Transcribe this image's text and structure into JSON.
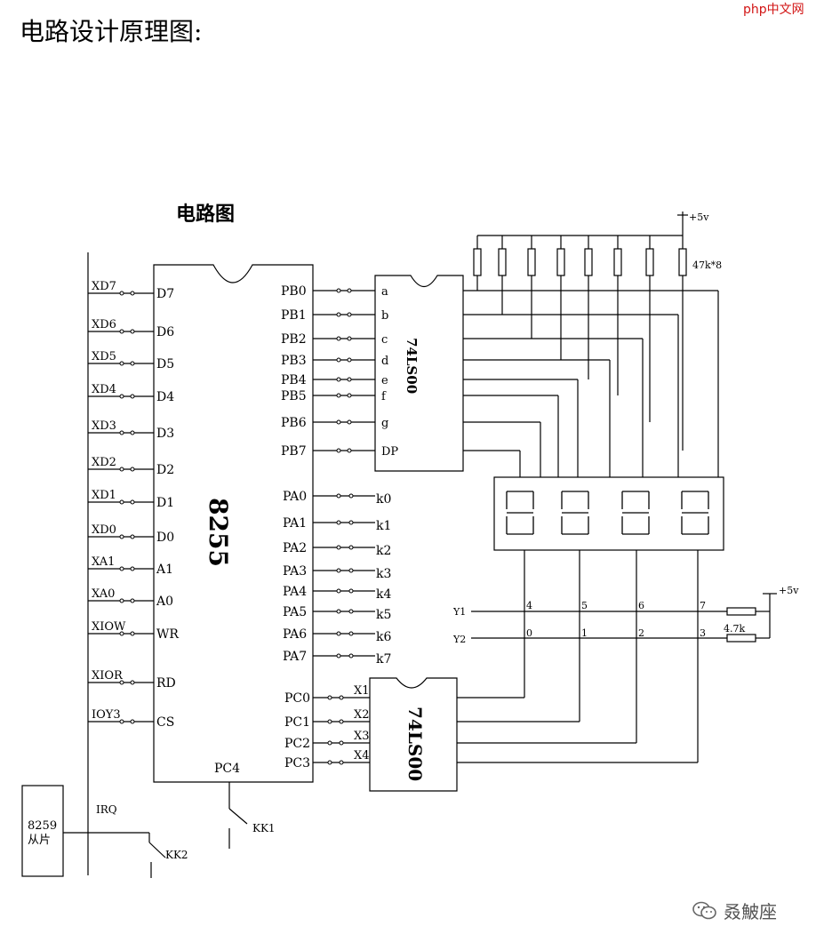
{
  "page": {
    "title": "电路设计原理图:",
    "logo": "php中文网",
    "watermark": "叒鮍座"
  },
  "diagram": {
    "heading": "电路图",
    "chip_8255": "8255",
    "left_pins": [
      "D7",
      "D6",
      "D5",
      "D4",
      "D3",
      "D2",
      "D1",
      "D0",
      "A1",
      "A0",
      "WR",
      "RD",
      "CS"
    ],
    "left_signals": [
      "XD7",
      "XD6",
      "XD5",
      "XD4",
      "XD3",
      "XD2",
      "XD1",
      "XD0",
      "XA1",
      "XA0",
      "XIOW",
      "XIOR",
      "IOY3"
    ],
    "pb_pins": [
      "PB0",
      "PB1",
      "PB2",
      "PB3",
      "PB4",
      "PB5",
      "PB6",
      "PB7"
    ],
    "seg_labels": [
      "a",
      "b",
      "c",
      "d",
      "e",
      "f",
      "g",
      "DP"
    ],
    "pa_pins": [
      "PA0",
      "PA1",
      "PA2",
      "PA3",
      "PA4",
      "PA5",
      "PA6",
      "PA7"
    ],
    "k_labels": [
      "k0",
      "k1",
      "k2",
      "k3",
      "k4",
      "k5",
      "k6",
      "k7"
    ],
    "pc_pins": [
      "PC0",
      "PC1",
      "PC2",
      "PC3"
    ],
    "x_labels": [
      "X1",
      "X2",
      "X3",
      "X4"
    ],
    "pc4": "PC4",
    "chip_74ls00_a": "74LS00",
    "chip_74ls00_b": "74LS00",
    "vcc_top": "+5v",
    "resistor_top": "47k*8",
    "vcc_right": "+5v",
    "resistor_right": "4.7k",
    "y1": "Y1",
    "y2": "Y2",
    "y1_nums": [
      "4",
      "5",
      "6",
      "7"
    ],
    "y2_nums": [
      "0",
      "1",
      "2",
      "3"
    ],
    "irq": "IRQ",
    "chip_8259_line1": "8259",
    "chip_8259_line2": "从片",
    "kk1": "KK1",
    "kk2": "KK2",
    "digits": [
      "8",
      "8",
      "8",
      "8"
    ]
  }
}
